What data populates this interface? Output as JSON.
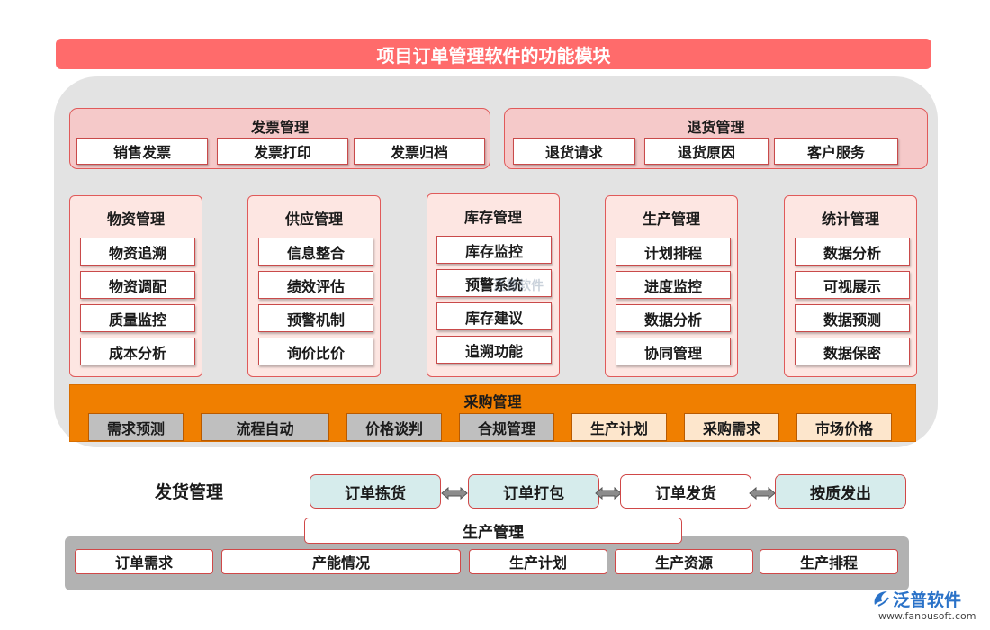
{
  "title": "项目订单管理软件的功能模块",
  "top_groups": [
    {
      "title": "发票管理",
      "items": [
        "销售发票",
        "发票打印",
        "发票归档"
      ]
    },
    {
      "title": "退货管理",
      "items": [
        "退货请求",
        "退货原因",
        "客户服务"
      ]
    }
  ],
  "columns": [
    {
      "title": "物资管理",
      "items": [
        "物资追溯",
        "物资调配",
        "质量监控",
        "成本分析"
      ]
    },
    {
      "title": "供应管理",
      "items": [
        "信息整合",
        "绩效评估",
        "预警机制",
        "询价比价"
      ]
    },
    {
      "title": "库存管理",
      "items": [
        "库存监控",
        "预警系统",
        "库存建议",
        "追溯功能"
      ]
    },
    {
      "title": "生产管理",
      "items": [
        "计划排程",
        "进度监控",
        "数据分析",
        "协同管理"
      ]
    },
    {
      "title": "统计管理",
      "items": [
        "数据分析",
        "可视展示",
        "数据预测",
        "数据保密"
      ]
    }
  ],
  "purchase": {
    "title": "采购管理",
    "items": [
      "需求预测",
      "流程自动",
      "价格谈判",
      "合规管理",
      "生产计划",
      "采购需求",
      "市场价格"
    ]
  },
  "shipping": {
    "title": "发货管理",
    "items": [
      "订单拣货",
      "订单打包",
      "订单发货",
      "按质发出"
    ]
  },
  "production": {
    "title": "生产管理",
    "items": [
      "订单需求",
      "产能情况",
      "生产计划",
      "生产资源",
      "生产排程"
    ]
  },
  "watermark": "泛普软件",
  "logo": {
    "name": "泛普软件",
    "url": "www.fanpusoft.com"
  },
  "colors": {
    "title_bar": "#ff6b6b",
    "panel": "#e3e3e3",
    "group_fill": "#f5c9c9",
    "border_red": "#e05a5a",
    "purchase": "#f07f00",
    "ship_teal": "#d6ecec",
    "production_bar": "#b2b2b2",
    "logo_blue": "#2a72c8"
  }
}
